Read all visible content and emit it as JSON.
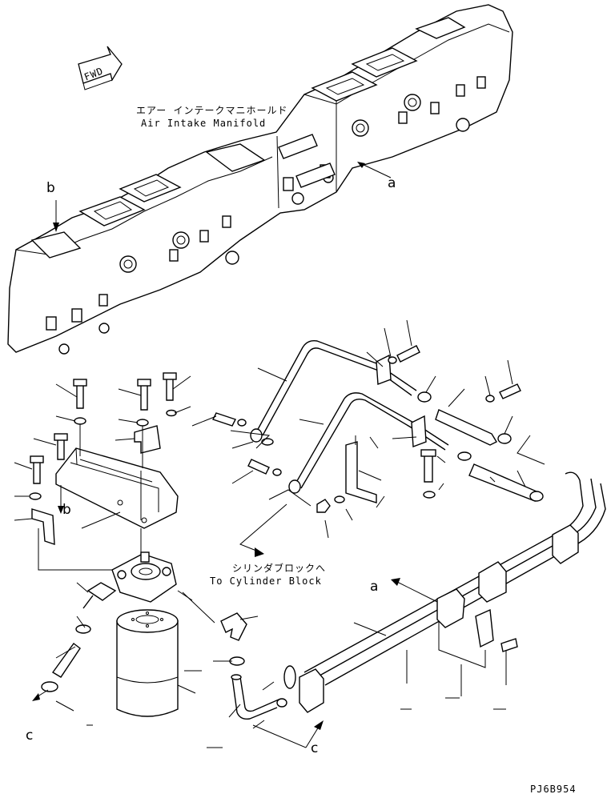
{
  "labels": {
    "fwd": "FWD",
    "air_intake_jp": "エアー インテークマニホールド",
    "air_intake_en": "Air Intake Manifold",
    "cyl_block_jp": "シリンダブロックへ",
    "cyl_block_en": "To Cylinder Block",
    "ref_a": "a",
    "ref_b": "b",
    "ref_c": "c",
    "drawing_code": "PJ6B954"
  }
}
